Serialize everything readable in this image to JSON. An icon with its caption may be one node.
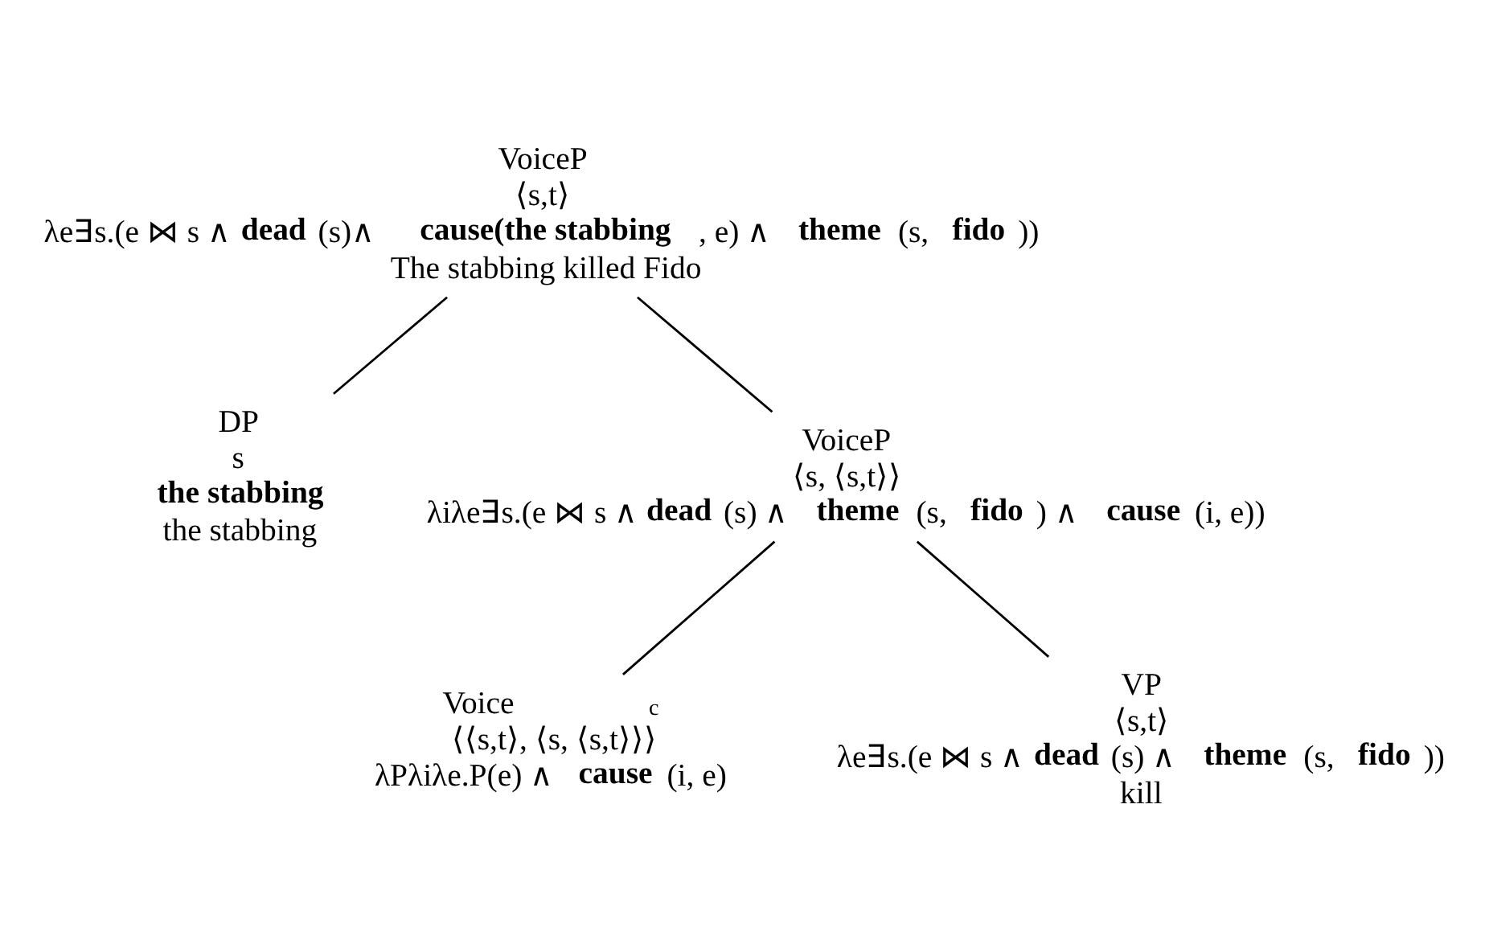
{
  "diagram": {
    "nodes": [
      {
        "text": [
          "VoiceP",
          "⟨s,t⟩",
          "λe∃s.(e ⋈ s ∧ **dead**(s)∧ **cause(the stabbing**, e) ∧ **theme**(s, **fido**))",
          "The stabbing killed Fido"
        ]
      },
      {
        "text": [
          "DP",
          "s",
          "the stabbing",
          "the stabbing"
        ]
      },
      {
        "text": [
          "VoiceP",
          "⟨s, ⟨s,t⟩⟩",
          "λiλe∃s.(e ⋈ s ∧ **dead**(s) ∧ **theme**(s, **fido**) ∧ **cause**(i, e))"
        ]
      },
      {
        "text": [
          "Voice$_{c}$",
          "⟨⟨s,t⟩, ⟨s, ⟨s,t⟩⟩⟩",
          "λPλiλe.P(e) ∧ **cause**(i, e)"
        ]
      },
      {
        "text": [
          "VP",
          "⟨s,t⟩",
          "λe∃s.(e ⋈ s ∧ **dead**(s) ∧ **theme**(s, **fido**))",
          "kill"
        ]
      }
    ],
    "edges": [
      {
        "from": 0,
        "to": 1,
        "arrow": "none"
      },
      {
        "from": 0,
        "to": 2,
        "arrow": "none"
      },
      {
        "from": 2,
        "to": 3,
        "arrow": "none"
      },
      {
        "from": 2,
        "to": 4,
        "arrow": "none"
      }
    ]
  }
}
